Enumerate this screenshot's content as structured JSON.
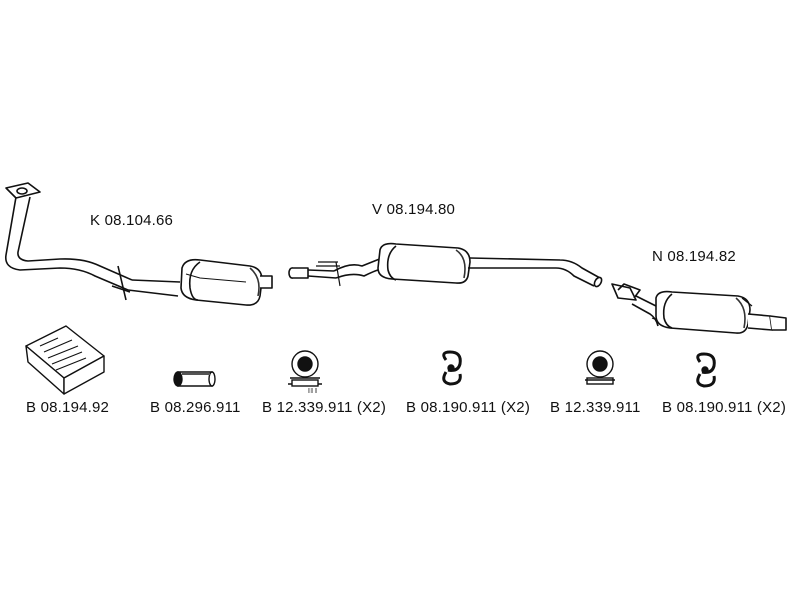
{
  "diagram": {
    "assemblies": [
      {
        "code": "K 08.104.66"
      },
      {
        "code": "V 08.194.80"
      },
      {
        "code": "N 08.194.82"
      }
    ],
    "accessories": [
      {
        "code": "B 08.194.92"
      },
      {
        "code": "B 08.296.911"
      },
      {
        "code": "B 12.339.911 (X2)"
      },
      {
        "code": "B 08.190.911 (X2)"
      },
      {
        "code": "B 12.339.911"
      },
      {
        "code": "B 08.190.911 (X2)"
      }
    ],
    "colors": {
      "line": "#111111",
      "fill": "#ffffff",
      "shade": "#222222"
    }
  }
}
